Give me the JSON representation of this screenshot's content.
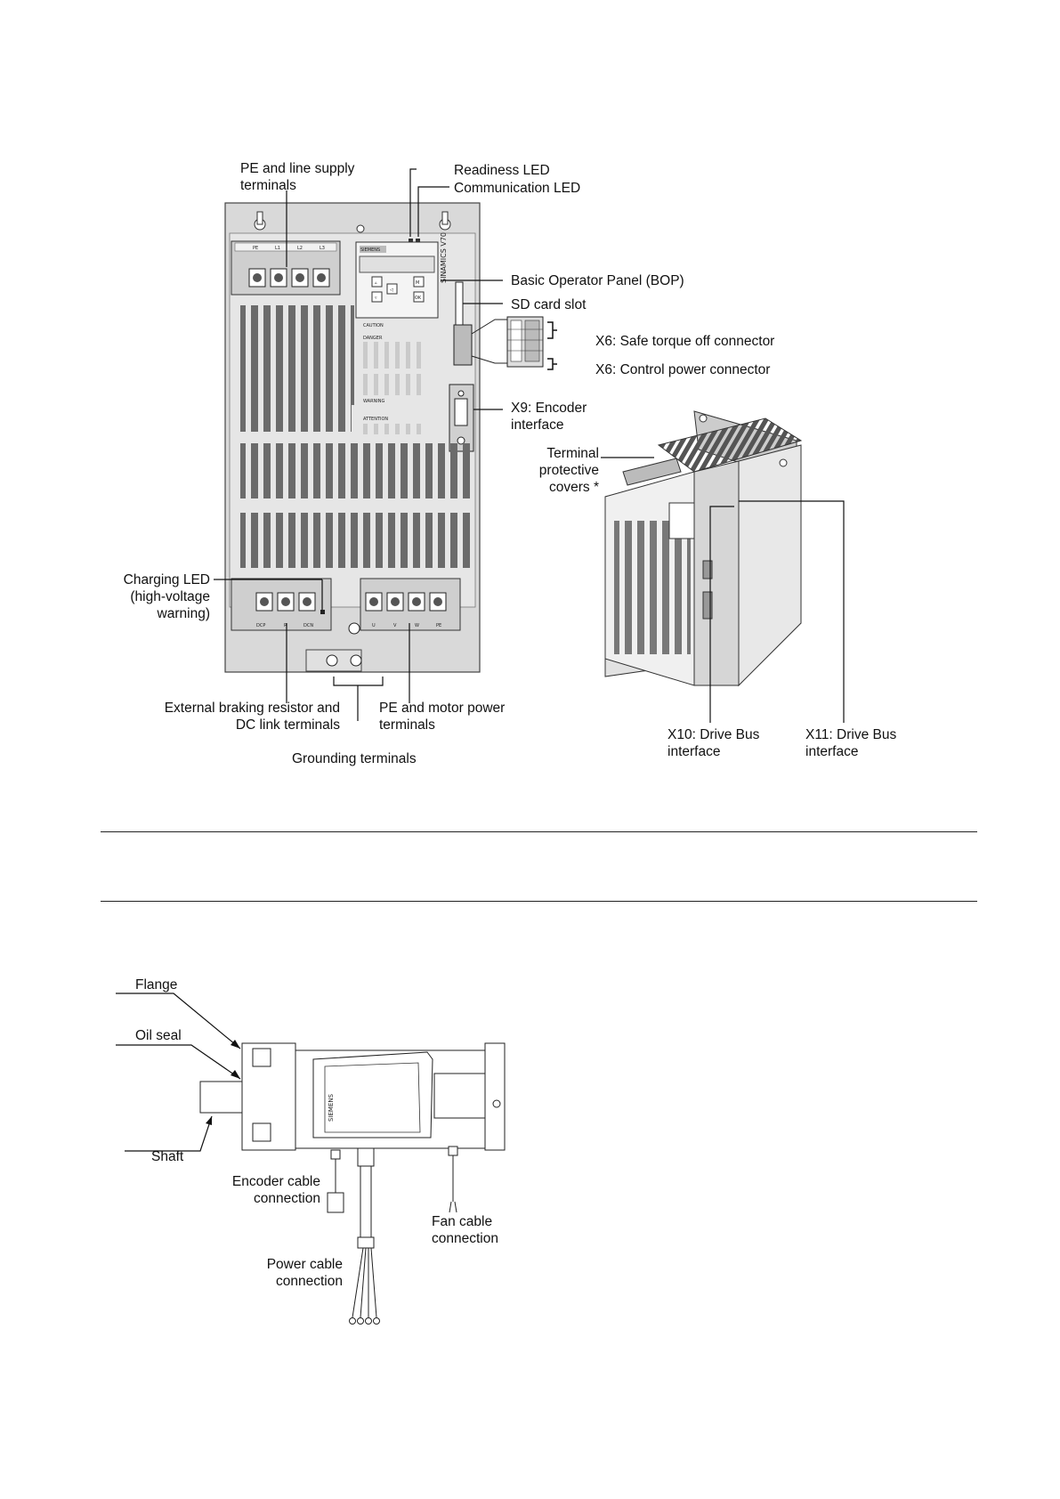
{
  "drive": {
    "labels": {
      "pe_line": "PE and line supply\nterminals",
      "readiness_led": "Readiness LED",
      "comm_led": "Communication LED",
      "bop": "Basic Operator Panel (BOP)",
      "sd_card": "SD card slot",
      "x6_sto": "X6: Safe torque off connector",
      "x6_power": "X6: Control power connector",
      "x9": "X9: Encoder\ninterface",
      "covers": "Terminal\nprotective\ncovers *",
      "charging_led": "Charging LED\n(high-voltage\nwarning)",
      "braking": "External braking resistor and\nDC link terminals",
      "pe_motor": "PE and motor power\nterminals",
      "grounding": "Grounding terminals",
      "x10": "X10: Drive Bus\ninterface",
      "x11": "X11: Drive Bus\ninterface"
    },
    "markings": {
      "brand": "SIEMENS",
      "model": "SINAMICS V70",
      "line_terms": [
        "PE",
        "L1",
        "L2",
        "L3"
      ],
      "motor_terms": [
        "U",
        "V",
        "W",
        "PE"
      ],
      "dc_terms": [
        "DCP",
        "R",
        "DCN"
      ],
      "caution": "CAUTION",
      "danger": "DANGER",
      "warning": "WARNING",
      "attention": "ATTENTION",
      "ok_key": "OK",
      "m_key": "M"
    }
  },
  "motor": {
    "labels": {
      "flange": "Flange",
      "oil_seal": "Oil seal",
      "shaft": "Shaft",
      "encoder_cable": "Encoder cable\nconnection",
      "fan_cable": "Fan cable\nconnection",
      "power_cable": "Power cable\nconnection"
    },
    "markings": {
      "brand": "SIEMENS"
    }
  }
}
